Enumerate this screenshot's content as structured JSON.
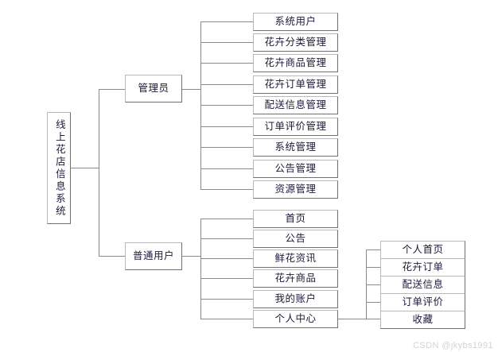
{
  "diagram": {
    "type": "tree",
    "orientation": "left-to-right",
    "root": {
      "label": "线上花店信息系统",
      "text_direction": "vertical"
    },
    "level1": [
      {
        "label": "管理员"
      },
      {
        "label": "普通用户"
      }
    ],
    "admin_children": [
      {
        "label": "系统用户"
      },
      {
        "label": "花卉分类管理"
      },
      {
        "label": "花卉商品管理"
      },
      {
        "label": "花卉订单管理"
      },
      {
        "label": "配送信息管理"
      },
      {
        "label": "订单评价管理"
      },
      {
        "label": "系统管理"
      },
      {
        "label": "公告管理"
      },
      {
        "label": "资源管理"
      }
    ],
    "user_children": [
      {
        "label": "首页"
      },
      {
        "label": "公告"
      },
      {
        "label": "鲜花资讯"
      },
      {
        "label": "花卉商品"
      },
      {
        "label": "我的账户"
      },
      {
        "label": "个人中心"
      }
    ],
    "personal_center_children": [
      {
        "label": "个人首页"
      },
      {
        "label": "花卉订单"
      },
      {
        "label": "配送信息"
      },
      {
        "label": "订单评价"
      },
      {
        "label": "收藏"
      }
    ]
  },
  "colors": {
    "background": "#ffffff",
    "box_border": "#8a8a8a",
    "box_fill": "#ffffff",
    "text": "#1b1b3a",
    "line": "#8a8a8a",
    "watermark": "#d3d3d3"
  },
  "watermark": {
    "text": "CSDN @jkybs1991"
  }
}
